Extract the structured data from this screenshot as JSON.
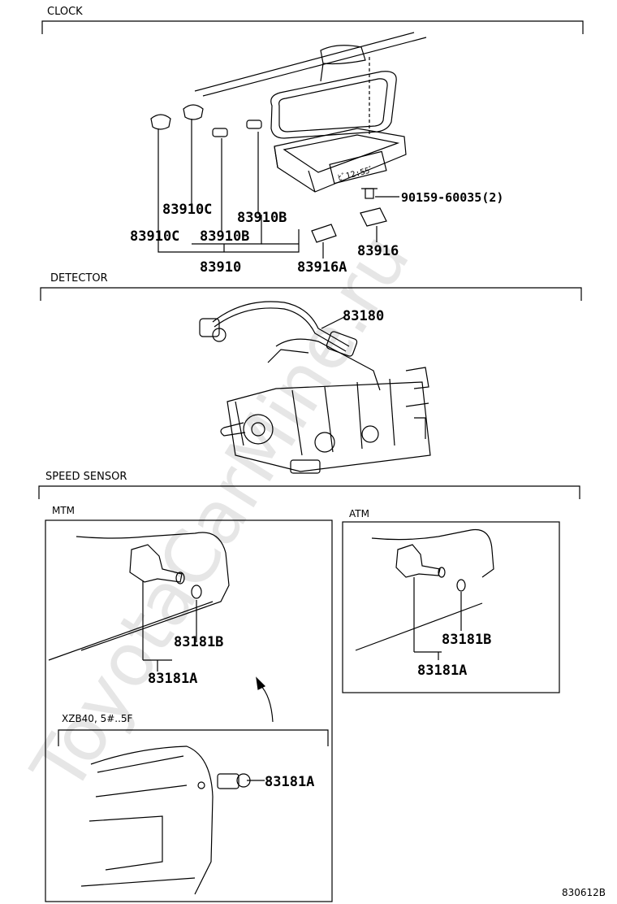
{
  "watermark": "ToyotaCarMine.ru",
  "sections": {
    "clock": "CLOCK",
    "detector": "DETECTOR",
    "speed_sensor": "SPEED SENSOR"
  },
  "subsections": {
    "mtm": "MTM",
    "atm": "ATM",
    "xzb": "XZB40, 5#..5F"
  },
  "parts": {
    "p83910C_a": "83910C",
    "p83910B_a": "83910B",
    "p83910C_b": "83910C",
    "p83910B_b": "83910B",
    "p83910": "83910",
    "p83916A": "83916A",
    "p83916": "83916",
    "p90159": "90159-60035(2)",
    "p83180": "83180",
    "p83181B_mtm": "83181B",
    "p83181A_mtm": "83181A",
    "p83181B_atm": "83181B",
    "p83181A_atm": "83181A",
    "p83181A_xzb": "83181A"
  },
  "figure_id": "830612B",
  "colors": {
    "ink": "#000000",
    "watermark": "#e6e6e6"
  },
  "icons": [
    "clock-assembly-icon",
    "detector-pump-icon",
    "speed-sensor-icon"
  ]
}
